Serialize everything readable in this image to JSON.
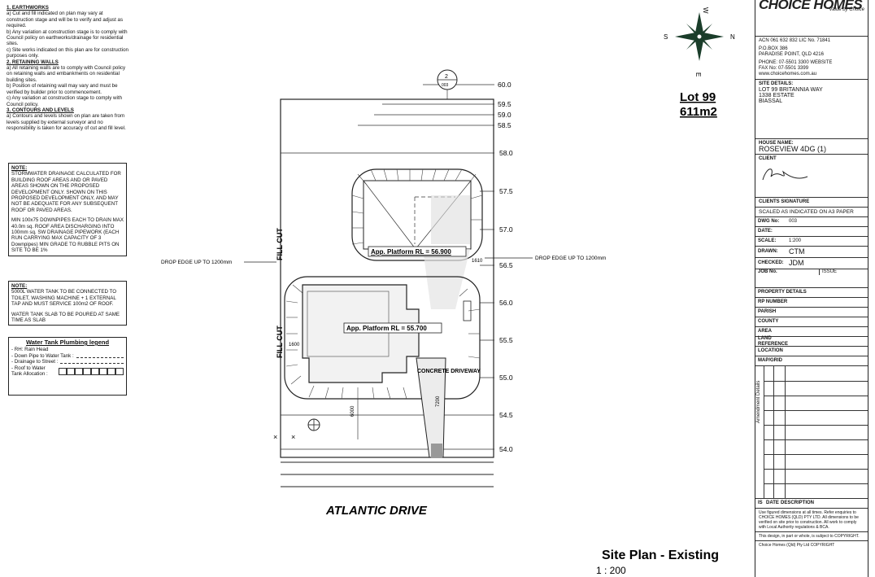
{
  "notes": {
    "earthworks_title": "1. EARTHWORKS",
    "earthworks_items": [
      "a) Cut and fill indicated on plan may vary at construction stage and will be to verify and adjust as required.",
      "b) Any variation at construction stage is to comply with Council policy on earthworks/drainage for residential sites.",
      "c) Site works indicated on this plan are for construction purposes only."
    ],
    "retaining_title": "2. RETAINING WALLS",
    "retaining_items": [
      "a) All retaining walls are to comply with Council policy on retaining walls and embankments on residential building sites.",
      "b) Position of retaining wall may vary and must be verified by builder prior to commencement.",
      "c) Any variation at construction stage to comply with Council policy."
    ],
    "contours_title": "3. CONTOURS AND LEVELS",
    "contours_items": [
      "a) Contours and levels shown on plan are taken from levels supplied by external surveyor and no responsibility is taken for accuracy of cut and fill level."
    ]
  },
  "stormwater_note": {
    "title": "NOTE:",
    "body": "STORMWATER DRAINAGE CALCULATED FOR BUILDING ROOF AREAS AND OR PAVED AREAS SHOWN ON THE PROPOSED DEVELOPMENT ONLY. SHOWN ON THIS PROPOSED DEVELOPMENT ONLY, AND MAY NOT BE ADEQUATE FOR ANY SUBSEQUENT ROOF OR PAVED AREAS.",
    "body2": "MIN 100x75 DOWNPIPES EACH TO DRAIN MAX 40.0m sq. ROOF AREA DISCHARGING INTO 100mm sq. SW DRAINAGE PIPEWORK (EACH RUN CARRYING MAX CAPACITY OF 3 Downpipes) MIN GRADE TO RUBBLE PITS ON SITE TO BE 1%"
  },
  "water_note": {
    "title": "NOTE:",
    "body": "5000L WATER TANK TO BE CONNECTED TO TOILET, WASHING MACHINE + 1 EXTERNAL TAP AND MUST SERVICE 100m2 OF ROOF.",
    "body2": "WATER TANK SLAB TO BE POURED AT SAME TIME AS SLAB"
  },
  "legend": {
    "title": "Water Tank Plumbing legend",
    "items": [
      "- RH: Rain Head",
      "- Down Pipe to Water Tank :",
      "- Drainage to Street :",
      "- Roof to Water Tank Allocation :"
    ]
  },
  "plan": {
    "street": "ATLANTIC DRIVE",
    "title": "Site Plan - Existing",
    "scale": "1 : 200",
    "lot": "Lot 99",
    "area": "611m2",
    "drop_left": "DROP EDGE UP TO 1200mm",
    "drop_right": "DROP EDGE UP TO 1200mm",
    "platform_upper": "App. Platform RL = 56.900",
    "platform_lower": "App. Platform RL = 55.700",
    "fill_cut": "FILL CUT",
    "driveway": "CONCRETE DRIVEWAY",
    "marker": "2",
    "marker_sub": "003",
    "contours": [
      "60.0",
      "59.5",
      "59.0",
      "58.5",
      "58.0",
      "57.5",
      "57.0",
      "56.5",
      "56.0",
      "55.5",
      "55.0",
      "54.5",
      "54.0"
    ],
    "dim_1600": "1600",
    "dim_1610": "1610",
    "dim_6000": "6000",
    "dim_7200": "7200"
  },
  "compass": {
    "n": "N",
    "s": "S",
    "e": "E",
    "w": "W"
  },
  "titleblock": {
    "brand": "CHOICE HOMES",
    "tagline": "Value by Choice",
    "acn": "ACN 061 632 832   LIC No. 71841",
    "po": "P.O.BOX 386",
    "po2": "PARADISE POINT, QLD 4216",
    "phone": "PHONE: 07-5501 3300  WEBSITE",
    "fax": "FAX No: 07-5501 3399  www.choicehomes.com.au",
    "site_label": "SITE DETAILS:",
    "site1": "LOT 99 BRITANNIA WAY",
    "site2": "1338 ESTATE",
    "site3": "BIASSAL",
    "house_label": "HOUSE NAME:",
    "house": "ROSEVIEW 4DG (1)",
    "client_label": "CLIENT",
    "client_sig_label": "CLIENTS SIGNATURE",
    "scaled_note": "SCALED AS INDICATED ON A3 PAPER",
    "rows": [
      {
        "k": "DWG No:",
        "v": "003"
      },
      {
        "k": "DATE:",
        "v": ""
      },
      {
        "k": "SCALE:",
        "v": "1:200"
      },
      {
        "k": "DRAWN:",
        "v": "CTM"
      },
      {
        "k": "CHECKED:",
        "v": "JDM"
      }
    ],
    "job_label": "JOB No.",
    "issue_label": "ISSUE",
    "property_label": "PROPERTY DETAILS",
    "property_rows": [
      "RP NUMBER",
      "PARISH",
      "COUNTY",
      "AREA",
      "LAND REFERENCE",
      "LOCATION",
      "MAP/GRID"
    ],
    "amend_label": "Amendment Details",
    "rev_cols": [
      "IS",
      "DATE",
      "DESCRIPTION"
    ],
    "footer1": "Use figured dimensions at all times. Refer enquiries to CHOICE HOMES (QLD) PTY LTD. All dimensions to be verified on site prior to construction. All work to comply with Local Authority regulations & BCA.",
    "footer2": "This design, in part or whole, is subject to COPYRIGHT.",
    "footer3": "Choice Homes (Qld) Pty Ltd COPYRIGHT"
  }
}
